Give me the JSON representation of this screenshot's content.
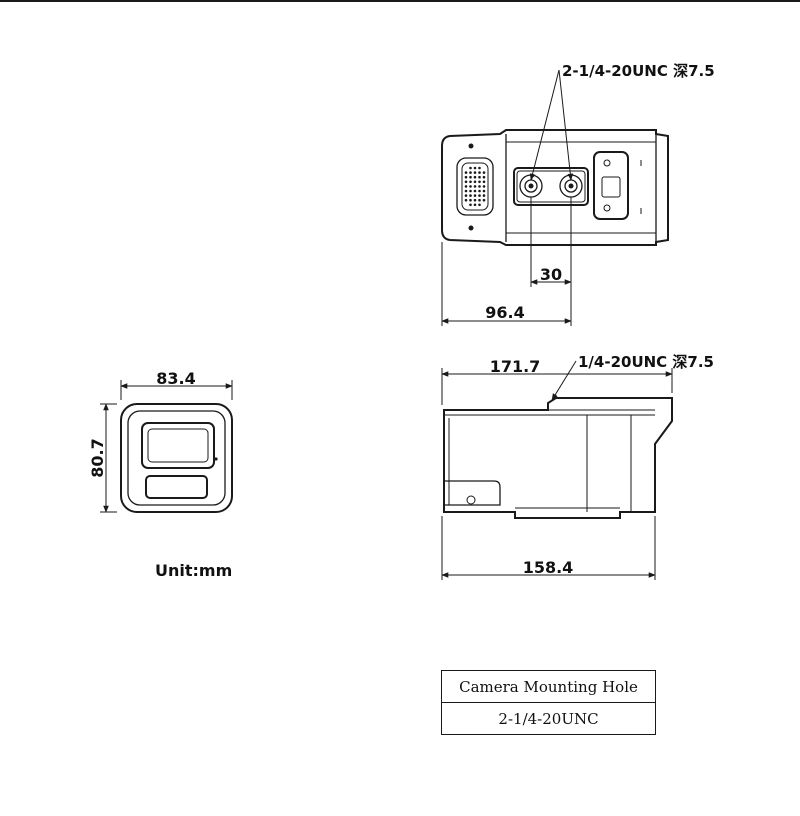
{
  "drawing": {
    "unit_label": "Unit:mm",
    "dimensions": {
      "front_width": "83.4",
      "front_height": "80.7",
      "top_hole_spacing": "30",
      "top_hole_offset": "96.4",
      "side_total_length": "171.7",
      "side_body_length": "158.4"
    },
    "callouts": {
      "top_mount_holes": "2-1/4-20UNC 深7.5",
      "side_mount_hole": "1/4-20UNC 深7.5"
    },
    "mounting_table": {
      "header": "Camera Mounting Hole",
      "value": "2-1/4-20UNC"
    }
  }
}
